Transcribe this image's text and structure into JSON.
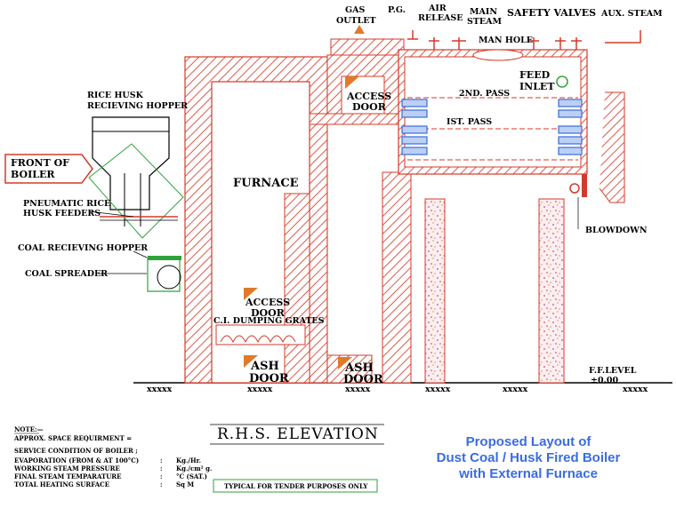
{
  "labels": {
    "gas_outlet_1": "GAS",
    "gas_outlet_2": "OUTLET",
    "pg": "P.G.",
    "air_release_1": "AIR",
    "air_release_2": "RELEASE",
    "main_steam_1": "MAIN",
    "main_steam_2": "STEAM",
    "safety_valves": "SAFETY VALVES",
    "aux_steam": "AUX. STEAM",
    "man_hole": "MAN HOLE",
    "feed_inlet_1": "FEED",
    "feed_inlet_2": "INLET",
    "second_pass": "2ND. PASS",
    "first_pass": "IST. PASS",
    "access_door": "ACCESS",
    "door": "DOOR",
    "ash": "ASH",
    "furnace": "FURNACE",
    "rice_husk_1": "RICE HUSK",
    "rice_husk_2": "RECIEVING HOPPER",
    "front_1": "FRONT OF",
    "front_2": "BOILER",
    "pneumatic_1": "PNEUMATIC RICE",
    "pneumatic_2": "HUSK FEEDERS",
    "coal_hopper": "COAL RECIEVING HOPPER",
    "coal_spreader": "COAL SPREADER",
    "dumping_grates": "C.I. DUMPING GRATES",
    "blowdown": "BLOWDOWN",
    "ff_level_1": "F.F.LEVEL",
    "ff_level_2": "±0.00"
  },
  "notes": {
    "note": "NOTE:—",
    "space": "APPROX. SPACE REQUIRMENT =",
    "service": "SERVICE CONDITION OF BOILER ;",
    "rows": [
      {
        "label": "EVAPORATION (FROM & AT 100°C)",
        "sep": ":",
        "unit": "Kg./Hr."
      },
      {
        "label": "WORKING STEAM PRESSURE",
        "sep": ":",
        "unit": "Kg./cm² g."
      },
      {
        "label": "FINAL STEAM TEMPARATURE",
        "sep": ":",
        "unit": "°C (SAT.)"
      },
      {
        "label": "TOTAL HEATING SURFACE",
        "sep": ":",
        "unit": "Sq M"
      }
    ]
  },
  "title": "R.H.S.  ELEVATION",
  "typical": "TYPICAL FOR TENDER PURPOSES ONLY",
  "proposed": [
    "Proposed Layout of",
    "Dust Coal / Husk Fired Boiler",
    "with External Furnace"
  ],
  "colors": {
    "outline": "#d23b2a",
    "hatch": "#e0584a",
    "blue": "#3a6ce0",
    "green": "#2fa33a",
    "brick_dot": "#c44b8a"
  }
}
